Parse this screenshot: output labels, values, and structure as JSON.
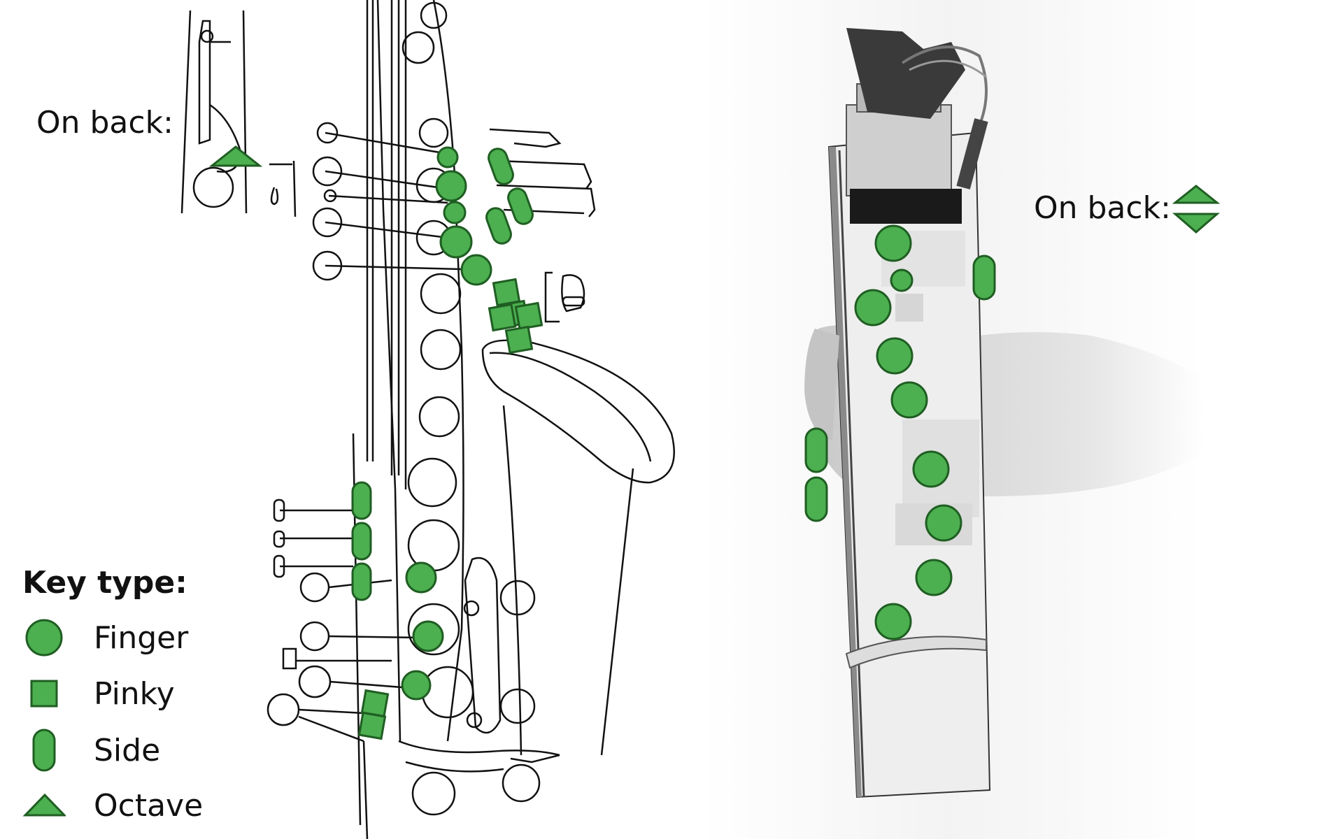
{
  "colors": {
    "key_fill": "#4caf50",
    "key_stroke": "#1f5e22",
    "line": "#111111"
  },
  "labels": {
    "on_back_left": "On back:",
    "on_back_right": "On back:"
  },
  "legend": {
    "title": "Key type:",
    "items": [
      {
        "label": "Finger",
        "icon": "circle"
      },
      {
        "label": "Pinky",
        "icon": "square"
      },
      {
        "label": "Side",
        "icon": "pill"
      },
      {
        "label": "Octave",
        "icon": "triangle"
      }
    ]
  }
}
